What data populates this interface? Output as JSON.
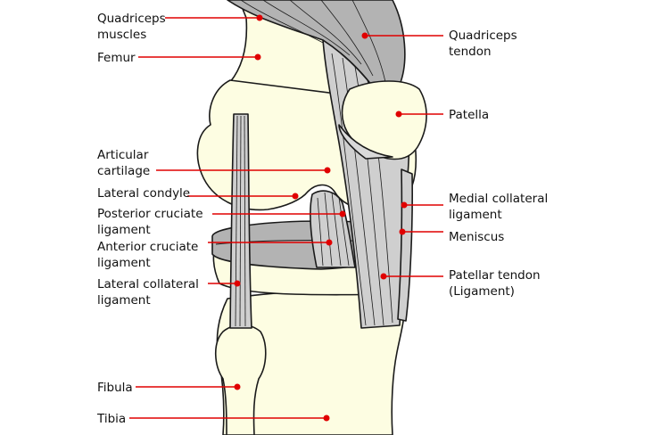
{
  "labels": {
    "quadriceps_muscles": "Quadriceps\nmuscles",
    "femur": "Femur",
    "articular_cartilage": "Articular\ncartilage",
    "lateral_condyle": "Lateral condyle",
    "posterior_cruciate": "Posterior cruciate\nligament",
    "anterior_cruciate": "Anterior cruciate\nligament",
    "lateral_collateral": "Lateral collateral\nligament",
    "fibula": "Fibula",
    "tibia": "Tibia",
    "quadriceps_tendon": "Quadriceps\ntendon",
    "patella": "Patella",
    "medial_collateral": "Medial collateral\nligament",
    "meniscus": "Meniscus",
    "patellar_tendon": "Patellar tendon\n(Ligament)"
  },
  "colors": {
    "bone": "#fdfde2",
    "muscle": "#b3b3b3",
    "tendon": "#cfcfcf",
    "cartilage": "#d9d9d9",
    "outline": "#1a1a1a",
    "pointer": "#e00000"
  }
}
